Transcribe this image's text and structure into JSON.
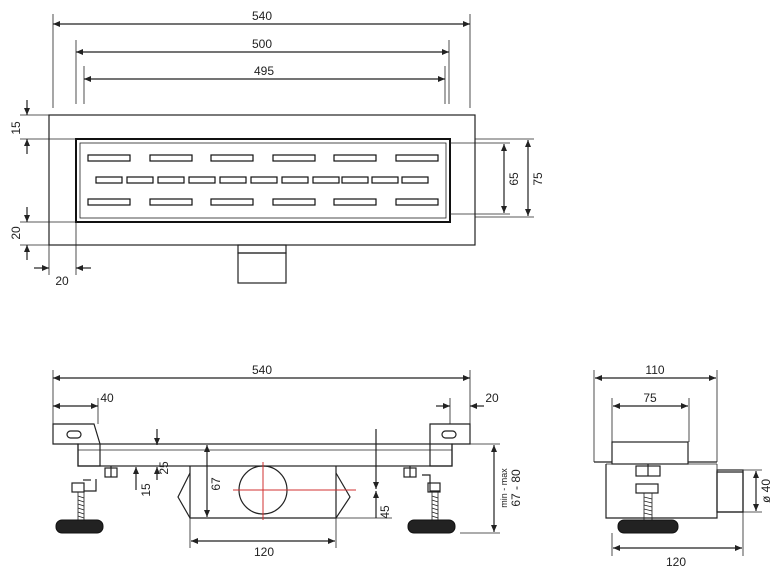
{
  "top_view": {
    "dims": {
      "overall_width": "540",
      "inner_width": "500",
      "grate_width": "495",
      "top_margin": "15",
      "bottom_margin": "20",
      "left_margin": "20",
      "inner_height": "65",
      "outer_height": "75"
    }
  },
  "front_view": {
    "dims": {
      "overall_width": "540",
      "left_offset": "40",
      "right_offset": "20",
      "plate_height": "15",
      "frame_height": "25",
      "body_height": "67",
      "outlet_offset": "45",
      "adjust_range_label": "min - max",
      "adjust_range_value": "67 - 80",
      "body_width": "120"
    }
  },
  "side_view": {
    "dims": {
      "overall_width": "110",
      "inner_width": "75",
      "outlet_diameter": "ø 40",
      "base_width": "120"
    }
  }
}
